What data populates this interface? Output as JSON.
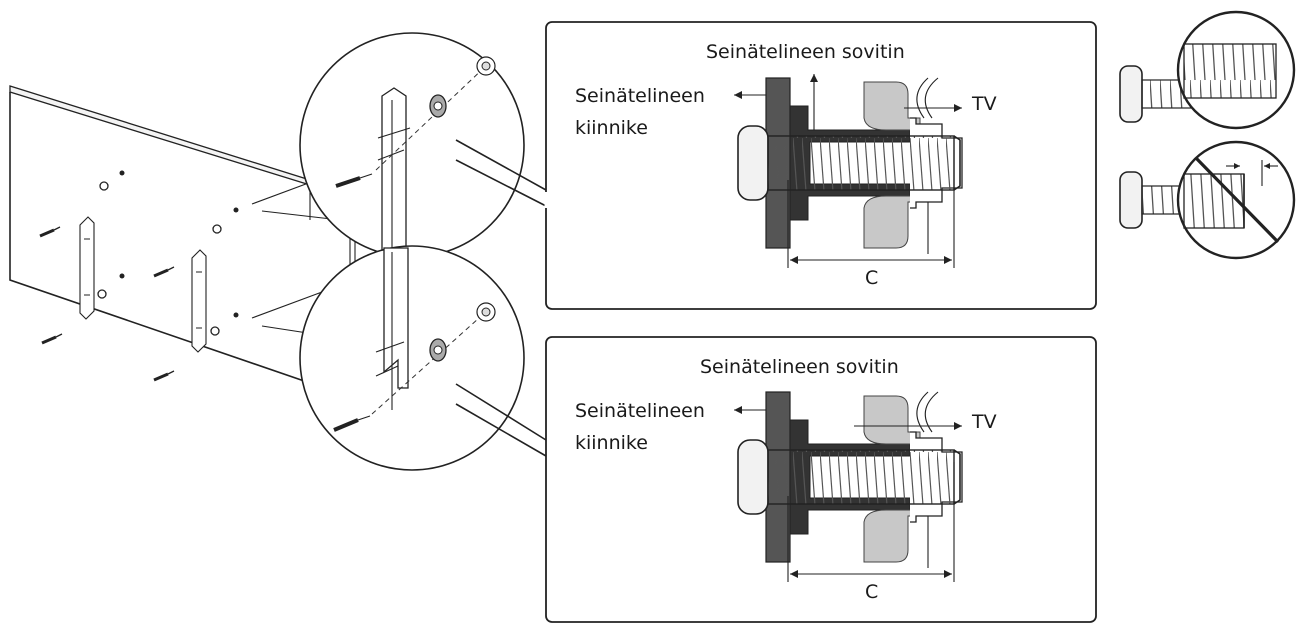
{
  "callouts": [
    {
      "adapter_label": "Seinätelineen sovitin",
      "bracket_label_line1": "Seinätelineen",
      "bracket_label_line2": "kiinnike",
      "tv_label": "TV",
      "dimension_label": "C"
    },
    {
      "adapter_label": "Seinätelineen sovitin",
      "bracket_label_line1": "Seinätelineen",
      "bracket_label_line2": "kiinnike",
      "tv_label": "TV",
      "dimension_label": "C"
    }
  ],
  "icons": {
    "correct_screw": "screw-fully-threaded-icon",
    "incorrect_screw": "screw-prohibited-icon"
  },
  "colors": {
    "line": "#222222",
    "bracket_dark": "#555555",
    "adapter_dark": "#333333",
    "tv_gray": "#c8c8c8",
    "screw_fill": "#f2f2f2"
  }
}
